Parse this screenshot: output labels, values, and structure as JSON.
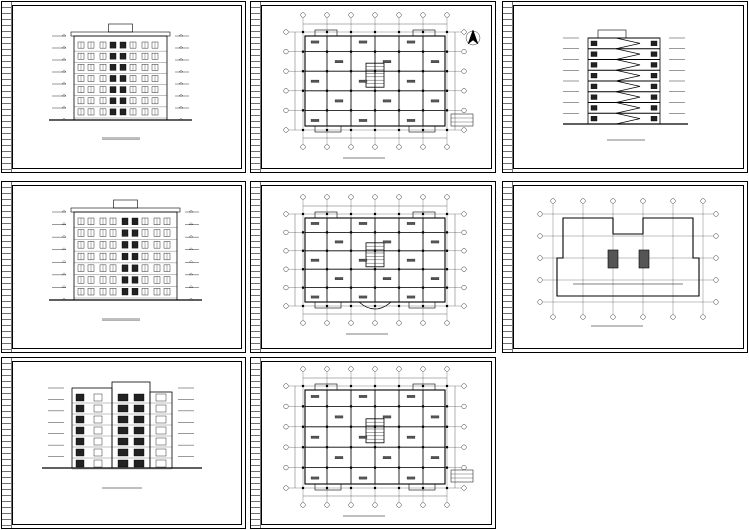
{
  "sheets": [
    {
      "id": "front-elevation",
      "caption": "",
      "kind": "elevation"
    },
    {
      "id": "standard-floor-plan",
      "caption": "",
      "kind": "plan"
    },
    {
      "id": "section",
      "caption": "",
      "kind": "section"
    },
    {
      "id": "rear-elevation",
      "caption": "",
      "kind": "elevation"
    },
    {
      "id": "ground-floor-plan",
      "caption": "",
      "kind": "plan"
    },
    {
      "id": "roof-plan",
      "caption": "",
      "kind": "roof"
    },
    {
      "id": "side-elevation",
      "caption": "",
      "kind": "elevation-side"
    },
    {
      "id": "top-floor-plan",
      "caption": "",
      "kind": "plan"
    }
  ],
  "colors": {
    "line": "#000000",
    "paper": "#ffffff"
  }
}
